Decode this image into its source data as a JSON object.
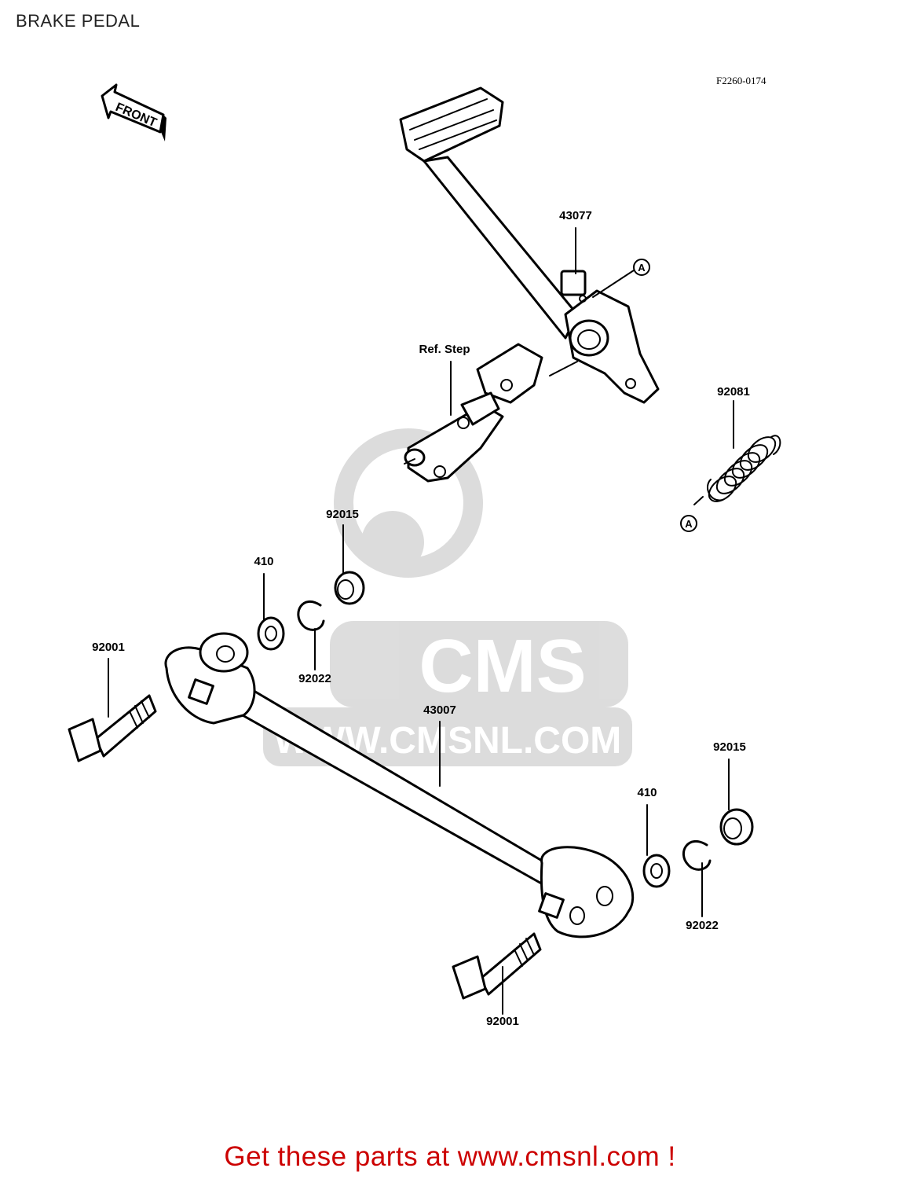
{
  "title": "BRAKE PEDAL",
  "drawing_number": "F2260-0174",
  "front_arrow_label": "FRONT",
  "reference_marker": "A",
  "watermark": {
    "brand": "CMS",
    "url": "WWW.CMSNL.COM"
  },
  "callouts": {
    "pedal": "43077",
    "ref_step": "Ref. Step",
    "spring": "92081",
    "nut_upper": "92015",
    "washer_upper": "410",
    "clip_upper": "92022",
    "bolt_left": "92001",
    "rod": "43007",
    "nut_lower": "92015",
    "washer_lower": "410",
    "clip_lower": "92022",
    "bolt_lower": "92001"
  },
  "footer": {
    "text": "Get these parts at www.cmsnl.com !",
    "color": "#cc0000"
  }
}
